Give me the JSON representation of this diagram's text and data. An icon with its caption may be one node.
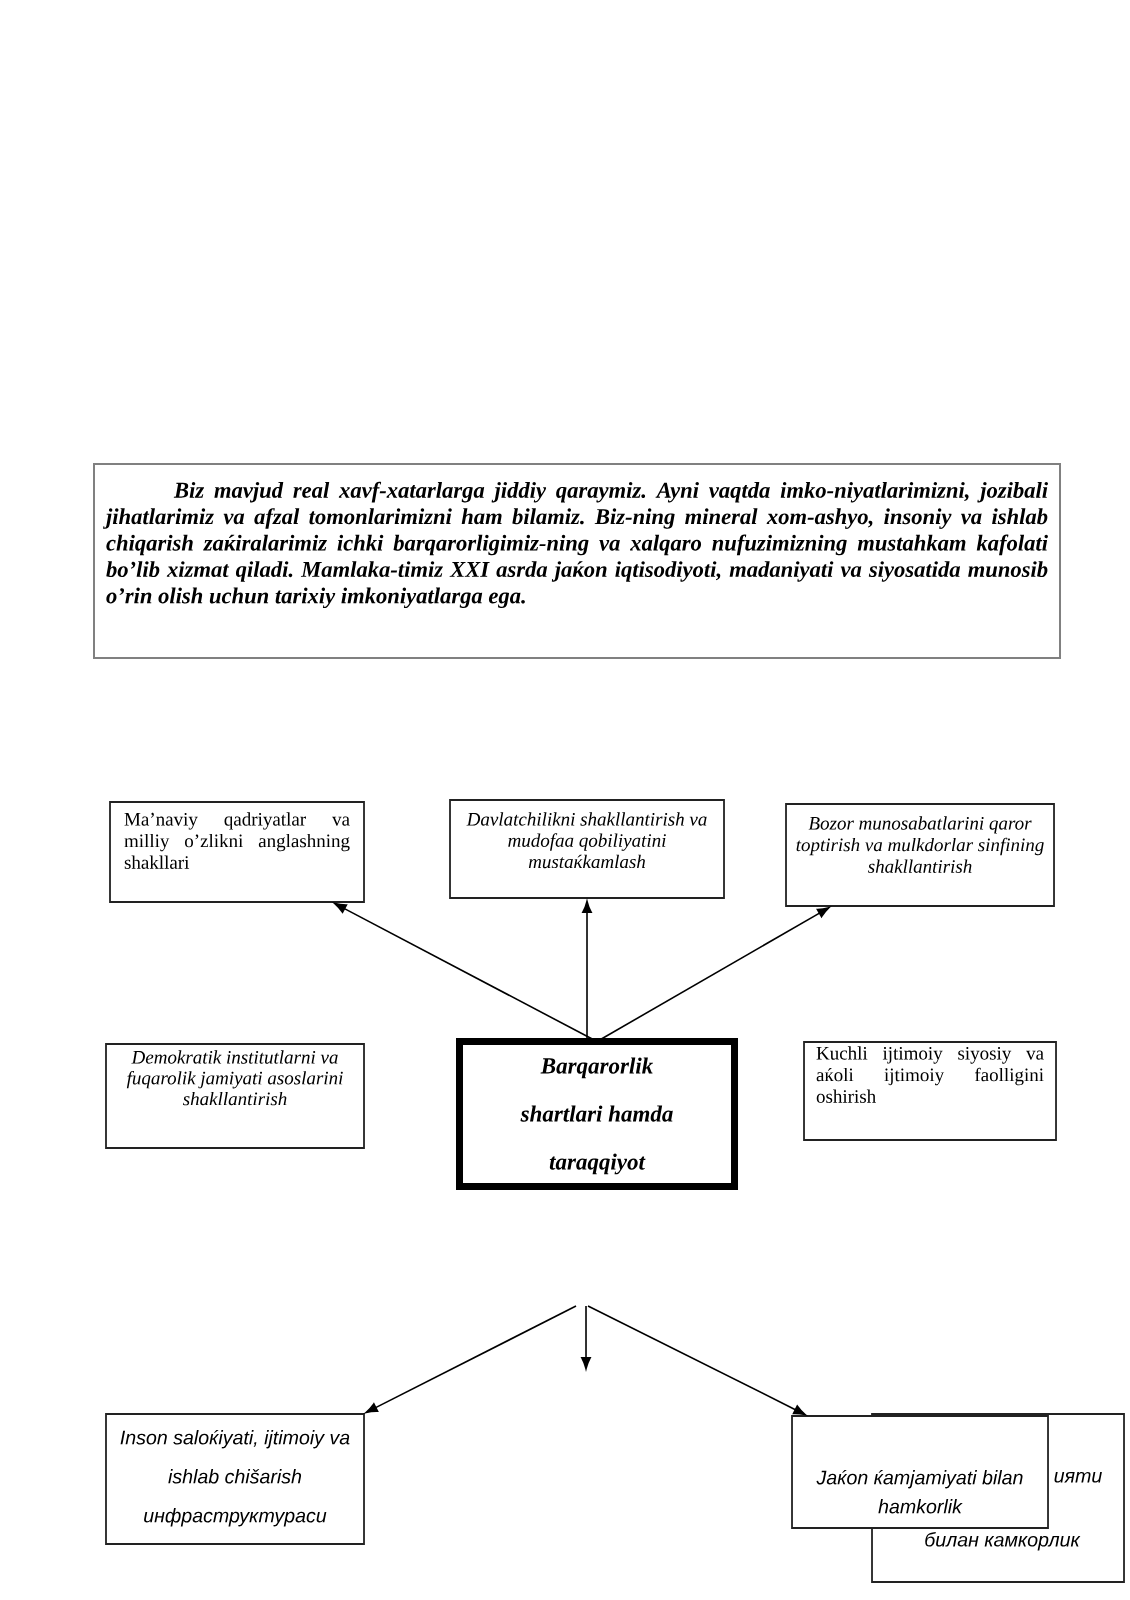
{
  "diagram": {
    "nodes": [
      {
        "text": [
          "Biz mavjud real xavf-xatarlarga jiddiy qaraymiz. Ayni vaqtda imko-niyatlarimizni, jozibali jihatlarimiz va afzal tomonlarimizni ham bilamiz. Biz-ning mineral xom-ashyo, insoniy va ishlab chiqarish zaќiralarimiz ichki barqarorligimiz-ning va xalqaro nufuzimizning mustahkam kafolati bo’lib xizmat qiladi. Mamlaka-timiz XXI asrda jaќon iqtisodiyoti, madaniyati va siyosatida munosib o’rin olish uchun tarixiy imkoniyatlarga ega."
        ]
      },
      {
        "text": [
          "Ma’naviy qadriyatlar va milliy o’zlikni anglashning shakllari"
        ]
      },
      {
        "text": [
          "Davlatchilikni shakllantirish va mudofaa qobiliyatini mustaќkamlash"
        ]
      },
      {
        "text": [
          "Bozor munosabatlarini qaror toptirish va mulkdorlar sinfining shakllantirish"
        ]
      },
      {
        "text": [
          "Demokratik institutlarni va fuqarolik jamiyati asoslarini shakllantirish"
        ]
      },
      {
        "text": [
          "Barqarorlik shartlari hamda taraqqiyot"
        ]
      },
      {
        "text": [
          "Kuchli ijtimoiy siyosiy va aќoli ijtimoiy faolligini oshirish"
        ]
      },
      {
        "text": [
          "Inson saloќiyati, ijtimoiy va ishlab chišarish инфраструктураси"
        ]
      },
      {
        "text": [
          "Jaќon ќamjamiyati bilan hamkorlik"
        ]
      },
      {
        "text": [
          "ияти",
          "билан камкорлик"
        ]
      }
    ],
    "edges": [
      {
        "from": 5,
        "to": 1,
        "arrow": "to"
      },
      {
        "from": 5,
        "to": 2,
        "arrow": "to"
      },
      {
        "from": 5,
        "to": 3,
        "arrow": "to"
      },
      {
        "from": null,
        "to": 7,
        "arrow": "to"
      },
      {
        "from": null,
        "to": 8,
        "arrow": "to"
      }
    ]
  }
}
